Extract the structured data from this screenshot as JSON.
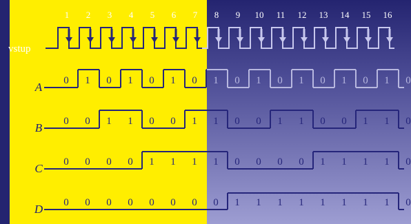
{
  "diagram": {
    "input_label": "vstup",
    "pulse_numbers": [
      "1",
      "2",
      "3",
      "4",
      "5",
      "6",
      "7",
      "8",
      "9",
      "10",
      "11",
      "12",
      "13",
      "14",
      "15",
      "16"
    ],
    "signals": [
      {
        "name": "A",
        "values": [
          "0",
          "1",
          "0",
          "1",
          "0",
          "1",
          "0",
          "1",
          "0",
          "1",
          "0",
          "1",
          "0",
          "1",
          "0",
          "1",
          "0"
        ]
      },
      {
        "name": "B",
        "values": [
          "0",
          "0",
          "1",
          "1",
          "0",
          "0",
          "1",
          "1",
          "0",
          "0",
          "1",
          "1",
          "0",
          "0",
          "1",
          "1",
          "0"
        ]
      },
      {
        "name": "C",
        "values": [
          "0",
          "0",
          "0",
          "0",
          "1",
          "1",
          "1",
          "1",
          "0",
          "0",
          "0",
          "0",
          "1",
          "1",
          "1",
          "1",
          "0"
        ]
      },
      {
        "name": "D",
        "values": [
          "0",
          "0",
          "0",
          "0",
          "0",
          "0",
          "0",
          "0",
          "1",
          "1",
          "1",
          "1",
          "1",
          "1",
          "1",
          "1",
          "0"
        ]
      }
    ],
    "colors": {
      "left_bg": "#ffee00",
      "right_bg_top": "#242470",
      "right_bg_bottom": "#9d9dd2",
      "waveform": "#25257a",
      "top_numbers": "#ffffff",
      "right_vstup_wave": "#c8c8ee",
      "right_a_wave": "#b8b8e0"
    }
  }
}
